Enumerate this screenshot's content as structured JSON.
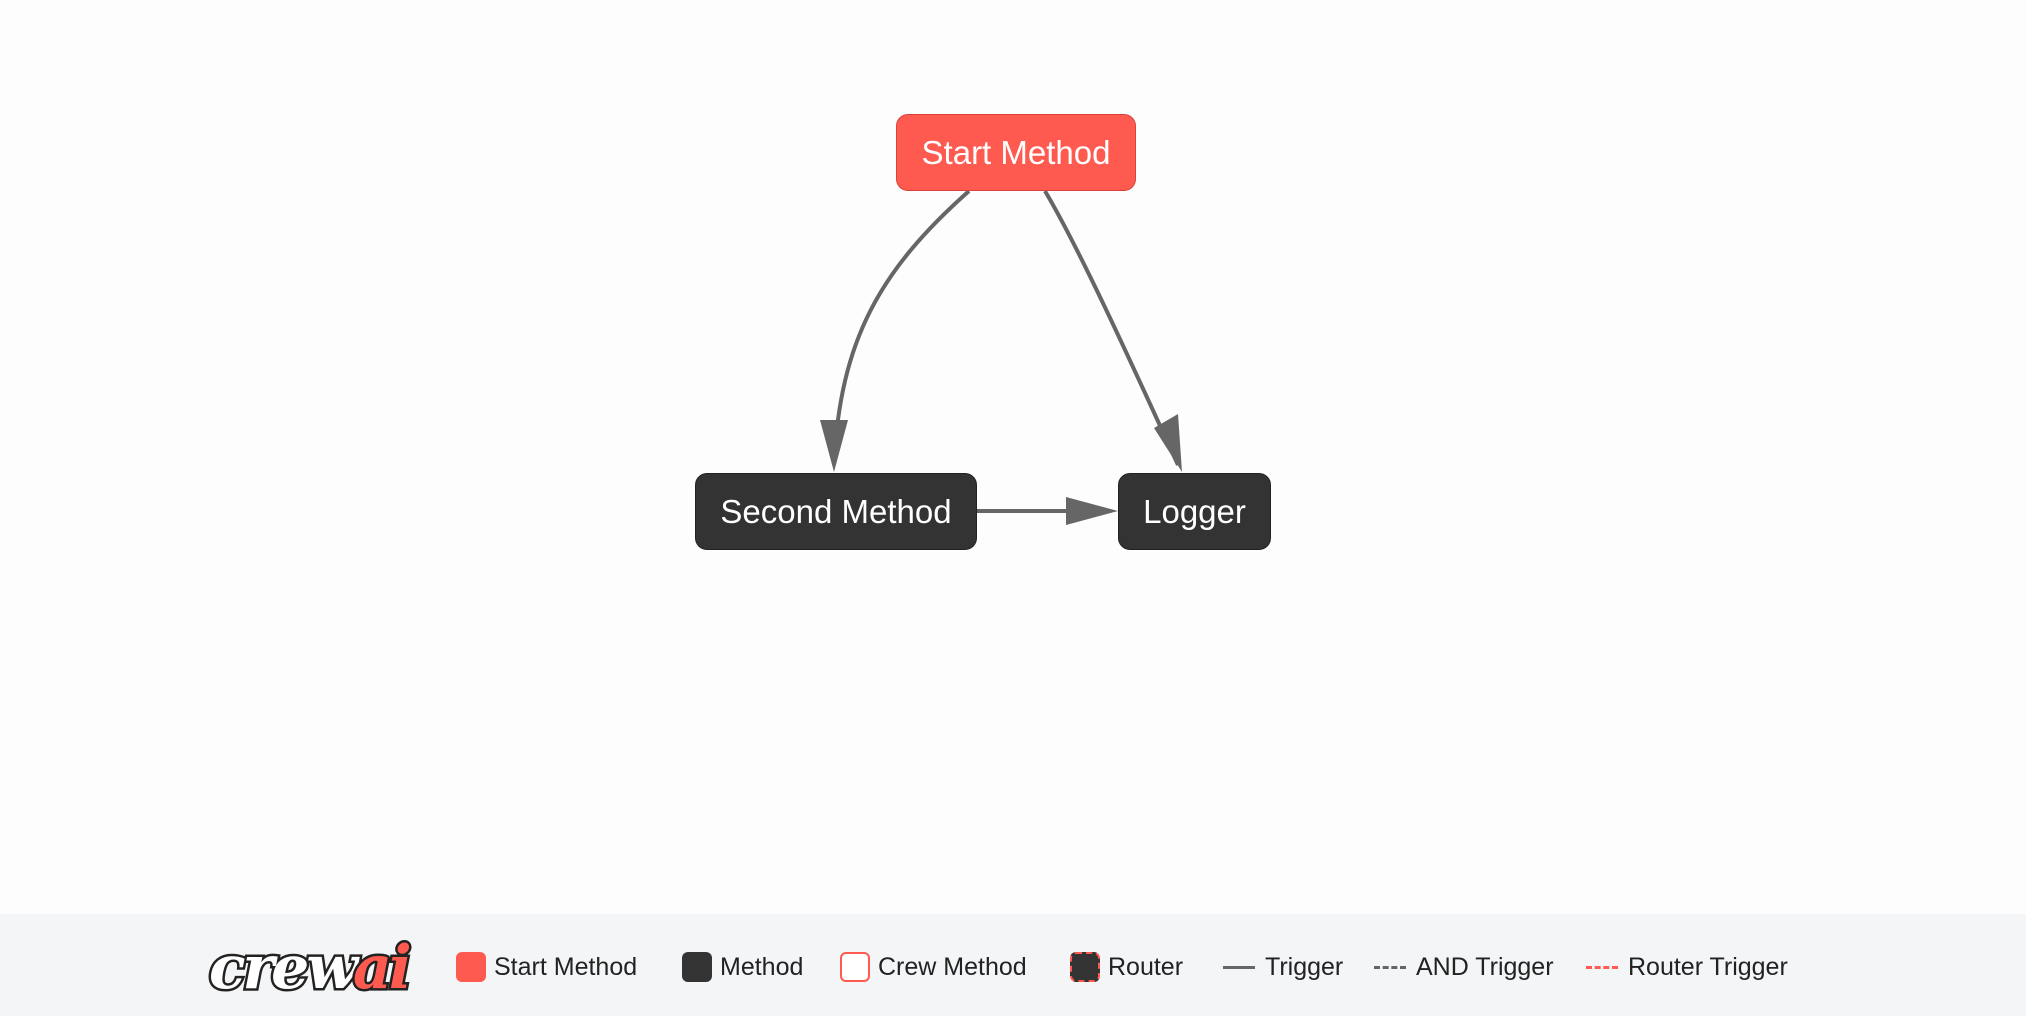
{
  "colors": {
    "start": "#ff5a50",
    "start_border": "#d94238",
    "method": "#333333",
    "edge": "#666666",
    "crew_border": "#ff5a50",
    "router_border": "#ff5a50",
    "legend_bg": "#f4f5f7"
  },
  "diagram": {
    "nodes": [
      {
        "id": "start",
        "label": "Start Method",
        "kind": "start"
      },
      {
        "id": "second",
        "label": "Second Method",
        "kind": "method"
      },
      {
        "id": "logger",
        "label": "Logger",
        "kind": "method"
      }
    ],
    "edges": [
      {
        "from": "start",
        "to": "second",
        "type": "trigger"
      },
      {
        "from": "start",
        "to": "logger",
        "type": "trigger"
      },
      {
        "from": "second",
        "to": "logger",
        "type": "trigger"
      }
    ]
  },
  "legend": {
    "logo": {
      "text_main": "crew",
      "text_accent": "ai"
    },
    "items": [
      {
        "label": "Start Method",
        "icon": "start-method-swatch"
      },
      {
        "label": "Method",
        "icon": "method-swatch"
      },
      {
        "label": "Crew Method",
        "icon": "crew-method-swatch"
      },
      {
        "label": "Router",
        "icon": "router-swatch"
      },
      {
        "label": "Trigger",
        "icon": "trigger-line"
      },
      {
        "label": "AND Trigger",
        "icon": "and-trigger-line"
      },
      {
        "label": "Router Trigger",
        "icon": "router-trigger-line"
      }
    ]
  }
}
